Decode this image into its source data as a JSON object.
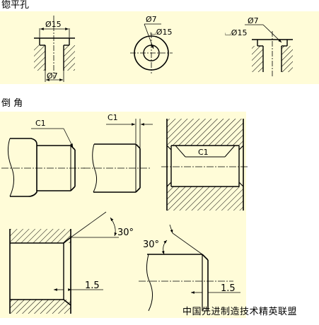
{
  "sections": {
    "top_title": "锪平孔",
    "bottom_title": "倒 角"
  },
  "counterbore": {
    "fig1": {
      "top_dim": "Ø15",
      "bottom_dim": "Ø7"
    },
    "fig2": {
      "dim_a": "Ø7",
      "dim_b": "⌴Ø15"
    },
    "fig3": {
      "dim_a": "Ø7",
      "dim_b": "⌴Ø15"
    }
  },
  "chamfer": {
    "label_shaft": "C1",
    "label_rod": "C1",
    "label_hole": "C1",
    "angle_left": "30°",
    "angle_right": "30°",
    "len_left": "1.5",
    "len_right": "1.5"
  },
  "watermark": "中国先进制造技术精英联盟",
  "colors": {
    "panel_bg": "#fffcd8",
    "line": "#000000"
  }
}
